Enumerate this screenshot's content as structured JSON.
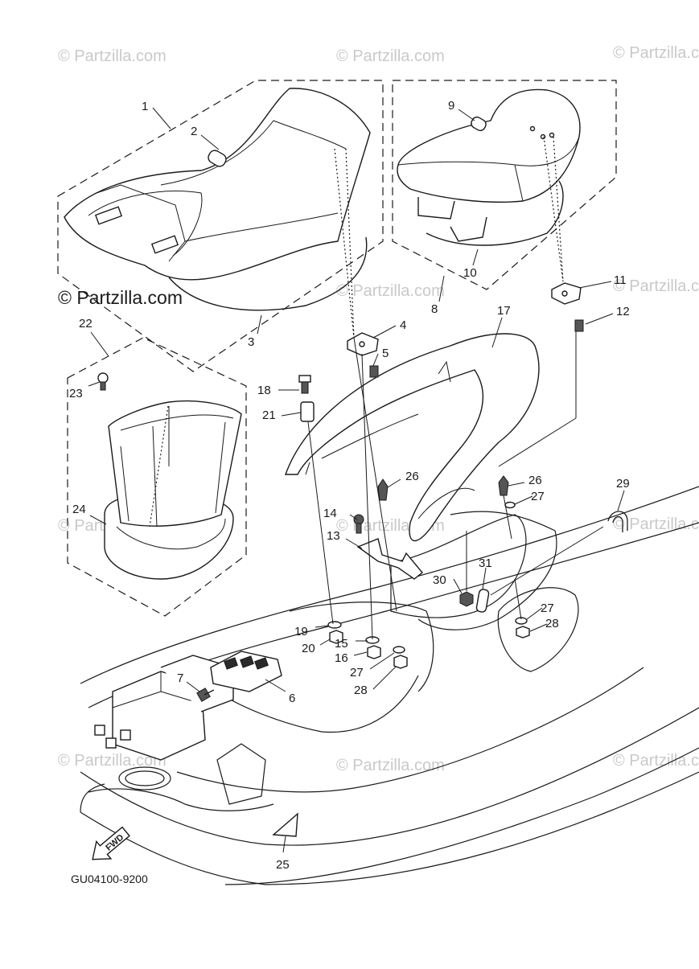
{
  "watermark": {
    "text": "© Partzilla.com",
    "big_text": "© Partzilla.com"
  },
  "diagram_code": "GU04100-9200",
  "fwd_label": "FWD",
  "callouts": [
    {
      "id": "1",
      "label": "1"
    },
    {
      "id": "2",
      "label": "2"
    },
    {
      "id": "3",
      "label": "3"
    },
    {
      "id": "4",
      "label": "4"
    },
    {
      "id": "5",
      "label": "5"
    },
    {
      "id": "6",
      "label": "6"
    },
    {
      "id": "7",
      "label": "7"
    },
    {
      "id": "8",
      "label": "8"
    },
    {
      "id": "9",
      "label": "9"
    },
    {
      "id": "10",
      "label": "10"
    },
    {
      "id": "11",
      "label": "11"
    },
    {
      "id": "12",
      "label": "12"
    },
    {
      "id": "13",
      "label": "13"
    },
    {
      "id": "14",
      "label": "14"
    },
    {
      "id": "15",
      "label": "15"
    },
    {
      "id": "16",
      "label": "16"
    },
    {
      "id": "17",
      "label": "17"
    },
    {
      "id": "18",
      "label": "18"
    },
    {
      "id": "19",
      "label": "19"
    },
    {
      "id": "20",
      "label": "20"
    },
    {
      "id": "21",
      "label": "21"
    },
    {
      "id": "22",
      "label": "22"
    },
    {
      "id": "23",
      "label": "23"
    },
    {
      "id": "24",
      "label": "24"
    },
    {
      "id": "25",
      "label": "25"
    },
    {
      "id": "26a",
      "label": "26"
    },
    {
      "id": "26b",
      "label": "26"
    },
    {
      "id": "27a",
      "label": "27"
    },
    {
      "id": "27b",
      "label": "27"
    },
    {
      "id": "27c",
      "label": "27"
    },
    {
      "id": "28a",
      "label": "28"
    },
    {
      "id": "28b",
      "label": "28"
    },
    {
      "id": "29",
      "label": "29"
    },
    {
      "id": "30",
      "label": "30"
    },
    {
      "id": "31",
      "label": "31"
    }
  ]
}
